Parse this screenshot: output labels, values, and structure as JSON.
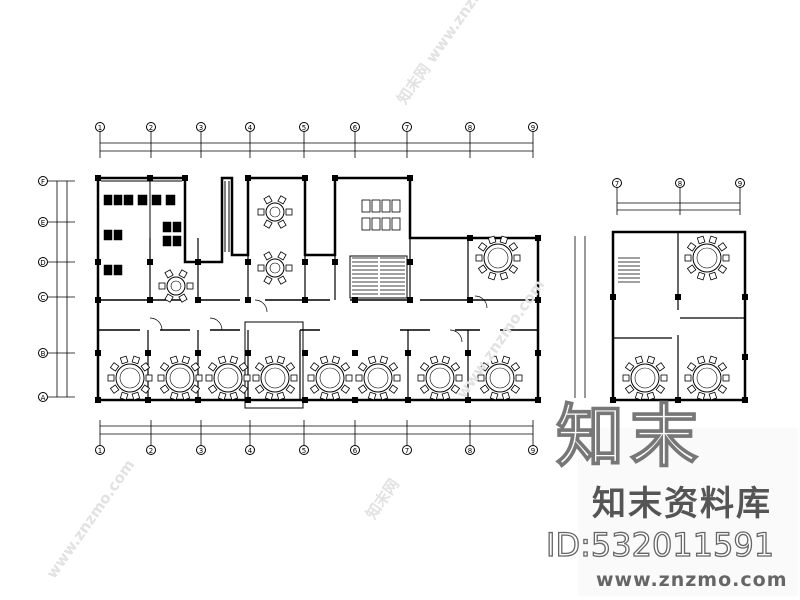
{
  "drawing": {
    "top_axes": [
      "1",
      "2",
      "3",
      "4",
      "5",
      "6",
      "7",
      "8",
      "9"
    ],
    "right_plan_axes": [
      "7",
      "8",
      "9"
    ],
    "left_axes": [
      "F",
      "E",
      "D",
      "C",
      "B",
      "A"
    ]
  },
  "watermark": {
    "brand_large": "知末",
    "library": "知末资料库",
    "id": "ID:532011591",
    "url": "www.znzmo.com",
    "diagonal_url": "www.znzmo.com",
    "diagonal_brand": "知末网"
  },
  "colors": {
    "line": "#000000",
    "watermark": "#777777"
  }
}
